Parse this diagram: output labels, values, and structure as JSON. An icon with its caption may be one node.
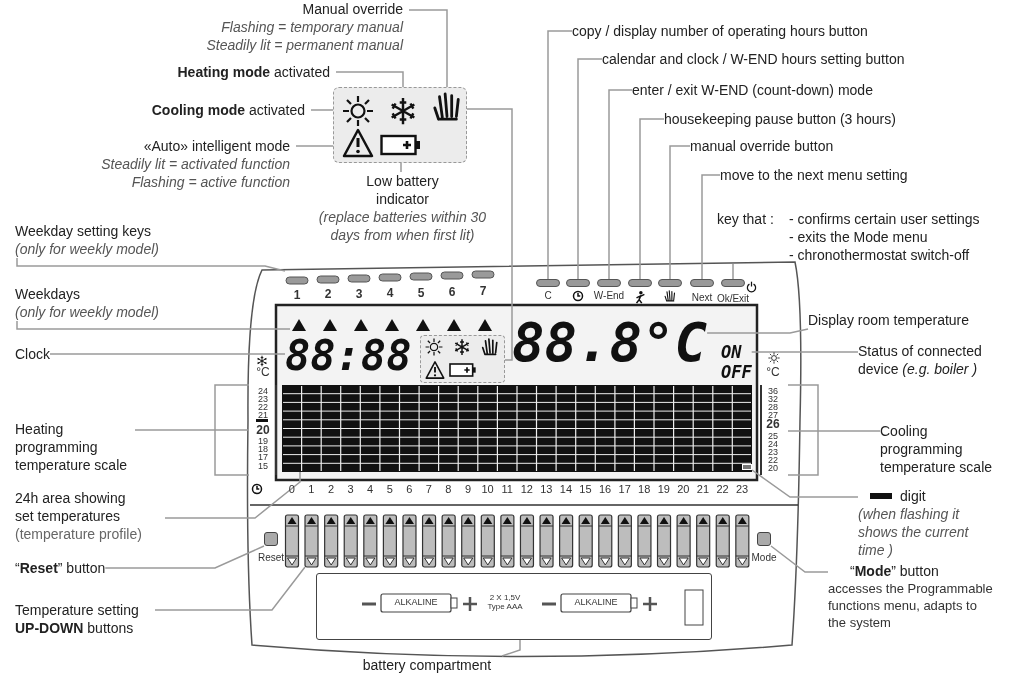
{
  "diagram": {
    "nodes": [
      {
        "text": [
          "Manual override",
          "Flashing = temporary manual",
          "Steadily lit = permanent manual"
        ]
      },
      {
        "text": [
          "**Heating mode** activated"
        ]
      },
      {
        "text": [
          "**Cooling mode** activated"
        ]
      },
      {
        "text": [
          "«Auto» intelligent mode",
          "Steadily lit = activated function",
          "Flashing = active function"
        ]
      },
      {
        "text": [
          "Low battery indicator",
          "(replace batteries within 30 days from when first lit)"
        ]
      },
      {
        "text": [
          "Weekday setting keys",
          "(only for weekly model)"
        ]
      },
      {
        "text": [
          "Weekdays",
          "(only for weekly model)"
        ]
      },
      {
        "text": [
          "Clock"
        ]
      },
      {
        "text": [
          "Heating programming temperature scale"
        ]
      },
      {
        "text": [
          "24h area showing set temperatures",
          "(temperature profile)"
        ]
      },
      {
        "text": [
          "“**Reset**” button"
        ]
      },
      {
        "text": [
          "Temperature setting **UP-DOWN** buttons"
        ]
      },
      {
        "text": [
          "battery compartment"
        ]
      },
      {
        "text": [
          "copy / display number of operating hours button"
        ]
      },
      {
        "text": [
          "calendar and clock / W-END hours setting button"
        ]
      },
      {
        "text": [
          "enter / exit W-END (count-down) mode"
        ]
      },
      {
        "text": [
          "housekeeping pause button (3 hours)"
        ]
      },
      {
        "text": [
          "manual override button"
        ]
      },
      {
        "text": [
          "move to the next menu setting"
        ]
      },
      {
        "text": [
          "key that :",
          "- confirms certain user settings",
          "- exits the Mode menu",
          "- chronothermostat switch-off"
        ]
      },
      {
        "text": [
          "Display room temperature"
        ]
      },
      {
        "text": [
          "Status of connected device *(e.g. boiler )*"
        ]
      },
      {
        "text": [
          "Cooling programming temperature scale"
        ]
      },
      {
        "text": [
          "digit",
          "(when flashing it shows the current time )"
        ]
      },
      {
        "text": [
          "“**Mode**” button",
          "accesses the Programmable functions menu, adapts to the system"
        ]
      },
      {
        "text": [],
        "shape": "box"
      },
      {
        "text": [],
        "shape": "sun",
        "in": 25
      },
      {
        "text": [],
        "shape": "snowflake",
        "in": 25
      },
      {
        "text": [],
        "shape": "hand",
        "in": 25
      },
      {
        "text": [],
        "shape": "triangle",
        "in": 25
      },
      {
        "text": [],
        "shape": "battery",
        "in": 25
      },
      {
        "text": [],
        "shape": "box"
      },
      {
        "text": [],
        "shape": "box"
      },
      {
        "text": [],
        "shape": "box"
      },
      {
        "text": [
          "88:88"
        ]
      },
      {
        "text": [],
        "shape": "bar",
        "beside": [
          "°C"
        ]
      },
      {
        "text": [],
        "shape": "box"
      },
      {
        "text": [],
        "shape": "box",
        "beside": [
          "Reset"
        ]
      },
      {
        "text": [],
        "shape": "bar"
      },
      {
        "text": [],
        "shape": "box"
      },
      {
        "text": [],
        "shape": "bar",
        "beside": [
          "C"
        ]
      },
      {
        "text": [],
        "shape": "bar"
      },
      {
        "text": [],
        "shape": "bar",
        "beside": [
          "W-End"
        ]
      },
      {
        "text": [],
        "shape": "bar"
      },
      {
        "text": [],
        "shape": "bar"
      },
      {
        "text": [],
        "shape": "bar",
        "beside": [
          "Next"
        ]
      },
      {
        "text": [],
        "shape": "bar",
        "beside": [
          "Ok/Exit"
        ]
      },
      {
        "text": [
          "88.8°C"
        ]
      },
      {
        "text": [
          "ON",
          "OFF"
        ]
      },
      {
        "text": [],
        "shape": "bar",
        "beside": [
          "°C"
        ]
      },
      {
        "text": [],
        "shape": "bar",
        "in": 36
      },
      {
        "text": [],
        "shape": "box",
        "beside": [
          "Mode"
        ]
      }
    ],
    "edges": [
      {
        "from": 0,
        "to": 28,
        "arrow": "none"
      },
      {
        "from": 1,
        "to": 27,
        "arrow": "none"
      },
      {
        "from": 2,
        "to": 26,
        "arrow": "none"
      },
      {
        "from": 3,
        "to": 29,
        "arrow": "none"
      },
      {
        "from": 4,
        "to": 30,
        "arrow": "none"
      },
      {
        "from": 28,
        "to": 33,
        "arrow": "none"
      },
      {
        "from": 5,
        "to": 31,
        "arrow": "none"
      },
      {
        "from": 6,
        "to": 32,
        "arrow": "none"
      },
      {
        "from": 7,
        "to": 34,
        "arrow": "none"
      },
      {
        "from": 8,
        "to": 35,
        "arrow": "none"
      },
      {
        "from": 9,
        "to": 36,
        "arrow": "none"
      },
      {
        "from": 10,
        "to": 37,
        "arrow": "none"
      },
      {
        "from": 11,
        "to": 38,
        "arrow": "none"
      },
      {
        "from": 12,
        "to": 39,
        "arrow": "none"
      },
      {
        "from": 13,
        "to": 40,
        "arrow": "none"
      },
      {
        "from": 14,
        "to": 41,
        "arrow": "none"
      },
      {
        "from": 15,
        "to": 42,
        "arrow": "none"
      },
      {
        "from": 16,
        "to": 43,
        "arrow": "none"
      },
      {
        "from": 17,
        "to": 44,
        "arrow": "none"
      },
      {
        "from": 18,
        "to": 45,
        "arrow": "none"
      },
      {
        "from": 19,
        "to": 46,
        "arrow": "none"
      },
      {
        "from": 20,
        "to": 47,
        "arrow": "none"
      },
      {
        "from": 21,
        "to": 48,
        "arrow": "none"
      },
      {
        "from": 22,
        "to": 49,
        "arrow": "none"
      },
      {
        "from": 23,
        "to": 50,
        "arrow": "none"
      },
      {
        "from": 24,
        "to": 51,
        "arrow": "none"
      }
    ],
    "labels": [
      "1",
      "2",
      "3",
      "4",
      "5",
      "6",
      "7",
      "24",
      "23",
      "22",
      "21",
      "20",
      "19",
      "18",
      "17",
      "15",
      "36",
      "32",
      "28",
      "27",
      "26",
      "25",
      "24",
      "23",
      "22",
      "20",
      "0",
      "1",
      "2",
      "3",
      "4",
      "5",
      "6",
      "7",
      "8",
      "9",
      "10",
      "11",
      "12",
      "13",
      "14",
      "15",
      "16",
      "17",
      "18",
      "19",
      "20",
      "21",
      "22",
      "23",
      "ALKALINE",
      "2 X 1,5V Type AAA",
      "ALKALINE"
    ]
  }
}
